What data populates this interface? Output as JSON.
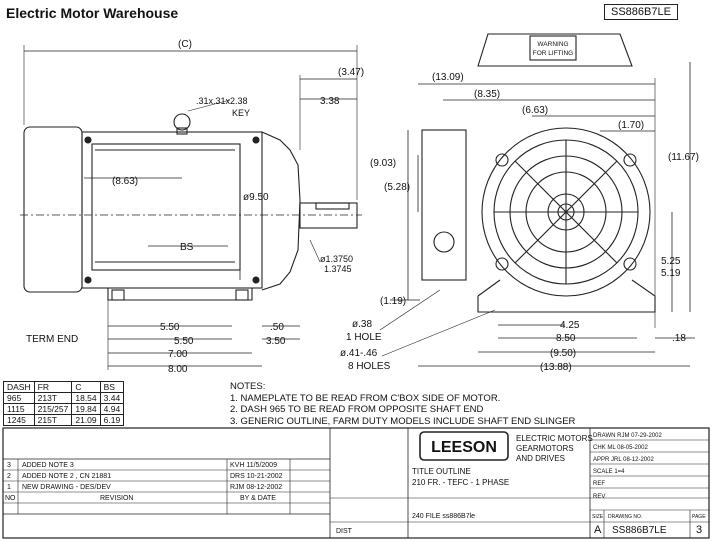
{
  "header": {
    "title": "Electric Motor Warehouse",
    "drawing_number": "SS886B7LE"
  },
  "side_view": {
    "labels": {
      "c": "(C)",
      "a347": "(3.47)",
      "a338": "3.38",
      "key": ".31x.31x2.38",
      "key_word": "KEY",
      "a863": "(8.63)",
      "dia950": "ø9.50",
      "bs": "BS",
      "shaft_top": "ø1.3750",
      "shaft_bot": "1.3745",
      "term_end": "TERM END",
      "a550a": "5.50",
      "a550b": "5.50",
      "a700": "7.00",
      "a800": "8.00",
      "a050": ".50",
      "a350": "3.50"
    }
  },
  "end_view": {
    "labels": {
      "a1309": "(13.09)",
      "a835": "(8.35)",
      "a663": "(6.63)",
      "a170": "(1.70)",
      "a1167": "(11.67)",
      "a903": "(9.03)",
      "a528": "(5.28)",
      "a525": "5.25",
      "a519": "5.19",
      "a119": "(1.19)",
      "a038": "ø.38",
      "a1hole": "1 HOLE",
      "a041": "ø.41-.46",
      "a8holes": "8 HOLES",
      "a425": "4.25",
      "a850": "8.50",
      "a950": "(9.50)",
      "a1388": "(13.88)",
      "a018": ".18",
      "lift_tag_1": "WARNING",
      "lift_tag_2": "FOR LIFTING"
    }
  },
  "dash_table": {
    "headers": [
      "DASH",
      "FR",
      "C",
      "BS"
    ],
    "rows": [
      [
        "965",
        "213T",
        "18.54",
        "3.44"
      ],
      [
        "1115",
        "215/257",
        "19.84",
        "4.94"
      ],
      [
        "1245",
        "215T",
        "21.09",
        "6.19"
      ]
    ]
  },
  "notes": {
    "heading": "NOTES:",
    "items": [
      "1. NAMEPLATE TO BE READ FROM C'BOX SIDE OF MOTOR.",
      "2. DASH 965 TO BE READ FROM OPPOSITE SHAFT END",
      "3. GENERIC OUTLINE, FARM DUTY MODELS INCLUDE SHAFT END SLINGER"
    ]
  },
  "revisions": [
    {
      "no": "3",
      "desc": "ADDED NOTE 3",
      "by": "KVH 11/5/2009"
    },
    {
      "no": "2",
      "desc": "ADDED NOTE 2 , CN 21881",
      "by": "DRS 10-21-2002"
    },
    {
      "no": "1",
      "desc": "NEW DRAWING - DES/DEV",
      "by": "RJM 08-12-2002"
    },
    {
      "no": "NO",
      "desc": "REVISION",
      "by": "BY & DATE"
    }
  ],
  "title_block": {
    "brand": "LEESON",
    "company_1": "ELECTRIC MOTORS",
    "company_2": "GEARMOTORS",
    "company_3": "AND DRIVES",
    "title_1": "TITLE OUTLINE",
    "title_2": "210 FR. - TEFC - 1 PHASE",
    "drawn": "DRAWN RJM 07-29-2002",
    "checked": "CHK ML 08-05-2002",
    "approved": "APPR JRL 08-12-2002",
    "scale": "SCALE 1=4",
    "ref": "REF",
    "rev_label": "REV",
    "size_label": "SIZE",
    "size": "A",
    "dwg_label": "DRAWING NO.",
    "dwg": "SS886B7LE",
    "sheet_label": "PAGE",
    "sheet": "3",
    "dist": "DIST",
    "file": "240 FILE ss886B7le"
  }
}
